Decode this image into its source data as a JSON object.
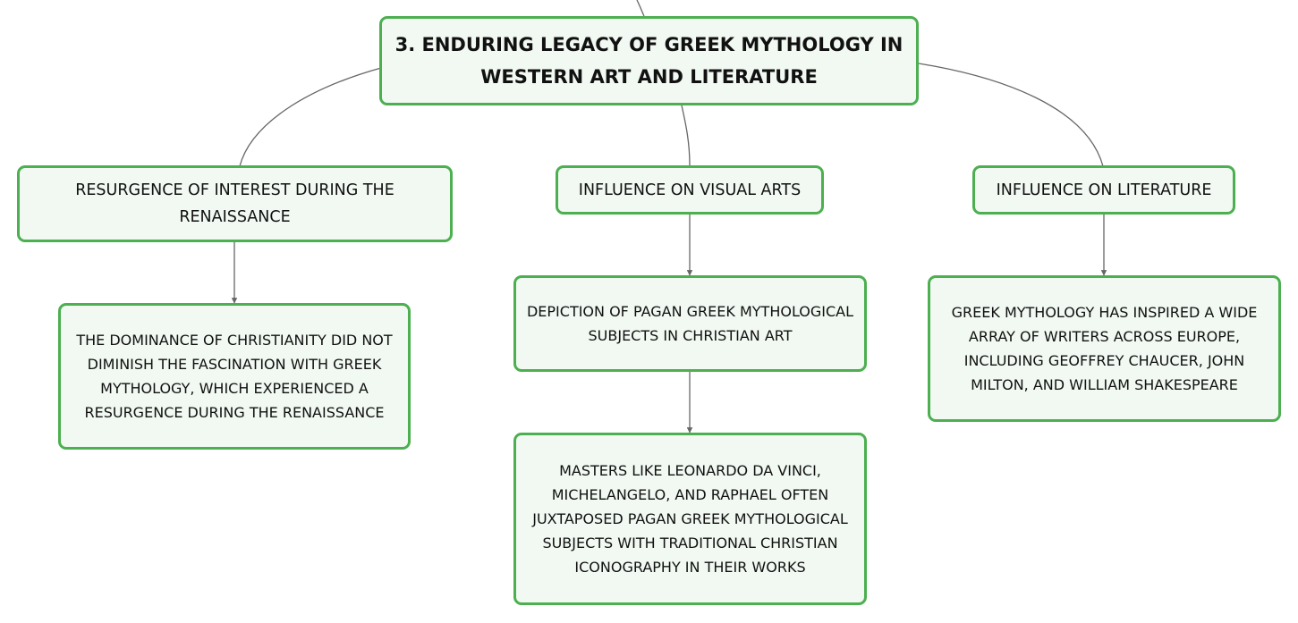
{
  "mindmap": {
    "central": {
      "label": "3. Enduring Legacy of Greek Mythology in Western Art and Literature"
    },
    "branches": [
      {
        "label": "Resurgence of Interest During the Renaissance",
        "children": [
          "The dominance of Christianity did not diminish the fascination with Greek mythology, which experienced a resurgence during the Renaissance"
        ]
      },
      {
        "label": "Influence on Visual Arts",
        "children": [
          "Depiction of Pagan Greek Mythological Subjects in Christian Art",
          "Masters like Leonardo da Vinci, Michelangelo, and Raphael often juxtaposed pagan Greek mythological subjects with traditional Christian iconography in their works"
        ]
      },
      {
        "label": "Influence on Literature",
        "children": [
          "Greek mythology has inspired a wide array of writers across Europe, including Geoffrey Chaucer, John Milton, and William Shakespeare"
        ]
      }
    ]
  },
  "colors": {
    "node_border": "#4caf50",
    "node_fill": "#f1f9f2",
    "connector": "#666666",
    "text": "#111111"
  }
}
